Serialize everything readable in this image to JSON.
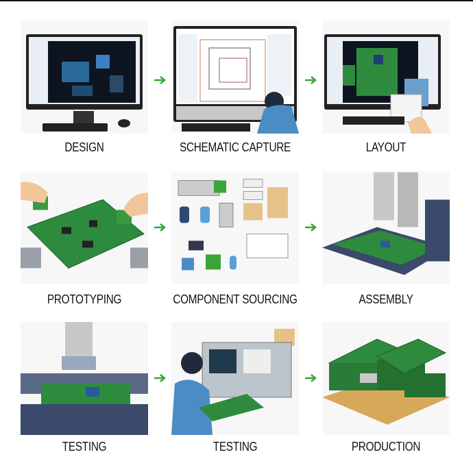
{
  "steps": [
    {
      "label": "DESIGN"
    },
    {
      "label": "SCHEMATIC CAPTURE"
    },
    {
      "label": "LAYOUT"
    },
    {
      "label": "PROTOTYPING"
    },
    {
      "label": "COMPONENT SOURCING"
    },
    {
      "label": "ASSEMBLY"
    },
    {
      "label": "TESTING"
    },
    {
      "label": "TESTING"
    },
    {
      "label": "PRODUCTION"
    }
  ],
  "colors": {
    "arrow": "#3aa63a",
    "pcb": "#2e8b3e",
    "screen": "#0d1420",
    "shirt": "#4a8cc4"
  }
}
